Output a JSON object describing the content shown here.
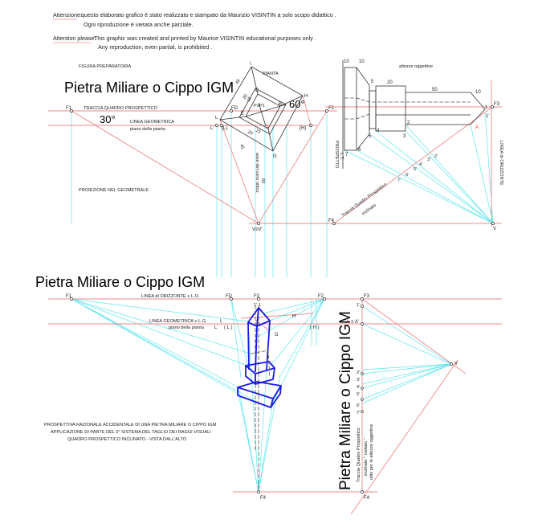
{
  "notice": {
    "it_label": "Attenzione:",
    "it_line1": "questo elaborato grafico è stato realizzato e stampato da Maurizio VISINTIN a solo scopo didattico .",
    "it_line2": "Ogni riproduzione è vietata anche parziale.",
    "en_label": "Attention please:",
    "en_line1": "This graphic was created and printed by Maurice VISINTIN educational purposes only .",
    "en_line2": "Any reproduction, even partial, is prohibited ."
  },
  "top": {
    "figure_label": "FIGURA PREPARATORIA",
    "title": "Pietra Miliare o Cippo IGM",
    "traccia": "TRACCIA QUADRO PROSPETTICO",
    "angle_left": "30°",
    "angle_right": "60°",
    "linea_geometrica": "LINEA GEOMETRICA",
    "piano_pianta": "piano della pianta",
    "proiezione": "PROIEZIONE NEL GEOMETRALE",
    "pianta": "PIANTA",
    "asse": "asse del cono ottico",
    "asse_val": "60",
    "plan_dims": [
      "45",
      "20",
      "15",
      "15",
      "20",
      "45"
    ],
    "points": {
      "F1": "F1",
      "F2": "F2",
      "FD": "FD",
      "I": "I",
      "H": "H",
      "G": "G",
      "L": "L",
      "Lp": "L'",
      "Lpar": "(L)",
      "Hpar": "(H)",
      "E": "E",
      "C": "C",
      "B": "B",
      "P": "P≡P1",
      "A": "A",
      "VV": "V≡V'"
    },
    "profile": {
      "heading": "altezze oggettive",
      "dims": [
        "10",
        "10",
        "5",
        "20",
        "50",
        "10"
      ],
      "prospetto": "PROSPETTO",
      "lt": "L.T.",
      "linea_orizzonte": "LINEA di ORIZZONTE",
      "traccia_inclinato_1": "Traccia Quadro Prospettico",
      "traccia_inclinato_2": "inclinato",
      "points": [
        "1",
        "1'",
        "A",
        "2",
        "3",
        "4",
        "5",
        "6",
        "7",
        "2'",
        "3'",
        "4'",
        "5'",
        "6'",
        "7'"
      ],
      "F3": "F3",
      "F4": "F4",
      "V": "V"
    }
  },
  "bottom": {
    "title": "Pietra Miliare o Cippo IGM",
    "linea_orizzonte": "LINEA di ORIZZONTE ≡ L.O.",
    "linea_geometrica": "LINEA GEOMETRICA ≡ L.G.",
    "piano_pianta": "piano della pianta",
    "points": {
      "F1": "F1",
      "FD": "FD",
      "F3": "F3",
      "F2": "F2",
      "F3b": "F3",
      "L": "L",
      "Lp": "L'",
      "Lpar": "( L )",
      "H": "H",
      "Hpar": "( H )",
      "G": "G",
      "A": "A",
      "AA": "≡ A'",
      "F4": "F4",
      "F4b": "F4",
      "V": "V",
      "one": "1' 1"
    },
    "right_points": [
      "1'",
      "2'",
      "3'",
      "4'",
      "5'",
      "6'",
      "7'"
    ],
    "description": [
      "PROSPETTIVA RAZIONALE ACCIDENTALE DI UNA PIETRA MILIARE O CIPPO IGM",
      "APPLICAZIONE DI PARTE DEL 5° SISTEMA DEL TAGLIO DEI RAGGI VISUALI",
      "QUADRO PROSPETTICO  INCLINATO -  VISTA DALL'ALTO"
    ],
    "vertical_title": "Pietra Miliare o Cippo IGM",
    "rotated_1": "Traccia Quadro Prospettico",
    "rotated_2": "inclinato \" ruotato \"",
    "rotated_3": "utile per le altezze oggettive"
  },
  "colors": {
    "construction": "#f08a8a",
    "rays": "#5fe6ee",
    "solid": "#1a1ae6"
  }
}
